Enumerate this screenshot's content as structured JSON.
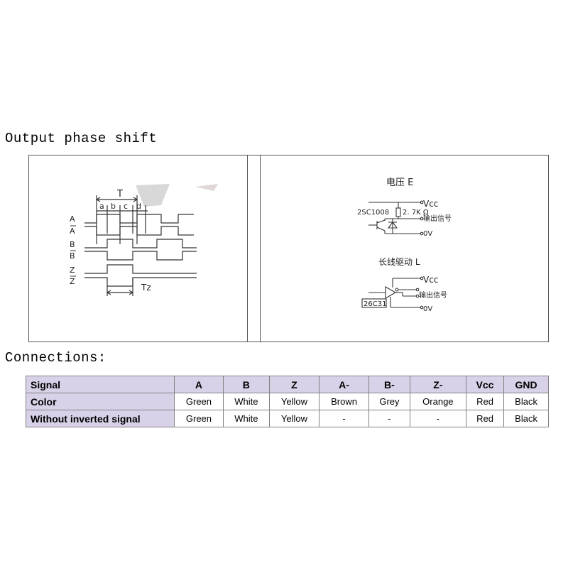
{
  "titles": {
    "phase_shift": "Output phase shift",
    "connections": "Connections:"
  },
  "timing": {
    "period_label": "T",
    "segment_labels": [
      "a",
      "b",
      "c",
      "d"
    ],
    "signal_labels": [
      "A",
      "A",
      "B",
      "B",
      "Z",
      "Z"
    ],
    "tz_label": "Tz"
  },
  "circuits": {
    "voltage_title": "电压 E",
    "vcc": "Vcc",
    "transistor": "2SC1008",
    "resistor": "2. 7K Ω",
    "output_signal": "输出信号",
    "zero_v": "0V",
    "line_driver_title": "长线驱动 L",
    "driver_ic": "26C31"
  },
  "table": {
    "header": [
      "Signal",
      "A",
      "B",
      "Z",
      "A-",
      "B-",
      "Z-",
      "Vcc",
      "GND"
    ],
    "rows": [
      [
        "Color",
        "Green",
        "White",
        "Yellow",
        "Brown",
        "Grey",
        "Orange",
        "Red",
        "Black"
      ],
      [
        "Without inverted signal",
        "Green",
        "White",
        "Yellow",
        "-",
        "-",
        "-",
        "Red",
        "Black"
      ]
    ]
  },
  "colors": {
    "table_header_bg": "#d9d1e8",
    "line_color": "#333333"
  }
}
